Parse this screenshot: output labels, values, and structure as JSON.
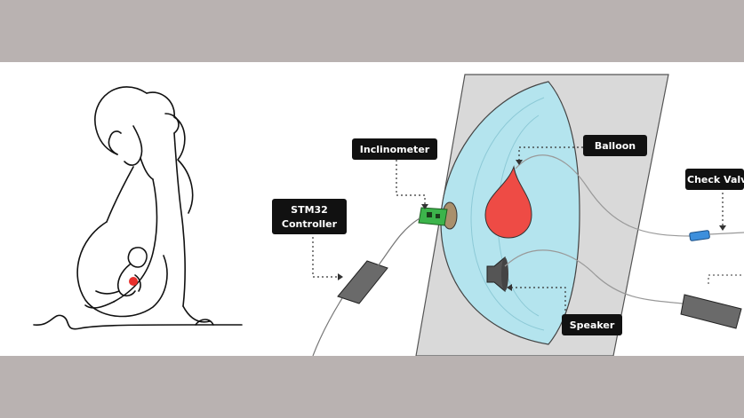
{
  "labels": {
    "inclinometer": "Inclinometer",
    "balloon": "Balloon",
    "check_valve": "Check Valve",
    "controller_line1": "STM32",
    "controller_line2": "Controller",
    "speaker": "Speaker"
  },
  "colors": {
    "background_band": "#b9b2b1",
    "panel": "#ffffff",
    "wall": "#d9d9d9",
    "dome": "#b4e4ee",
    "balloon": "#ee4b45",
    "fetal_heart": "#e8302c",
    "label_box": "#111111",
    "pcb": "#3cb44b",
    "valve": "#3d8fdc"
  }
}
